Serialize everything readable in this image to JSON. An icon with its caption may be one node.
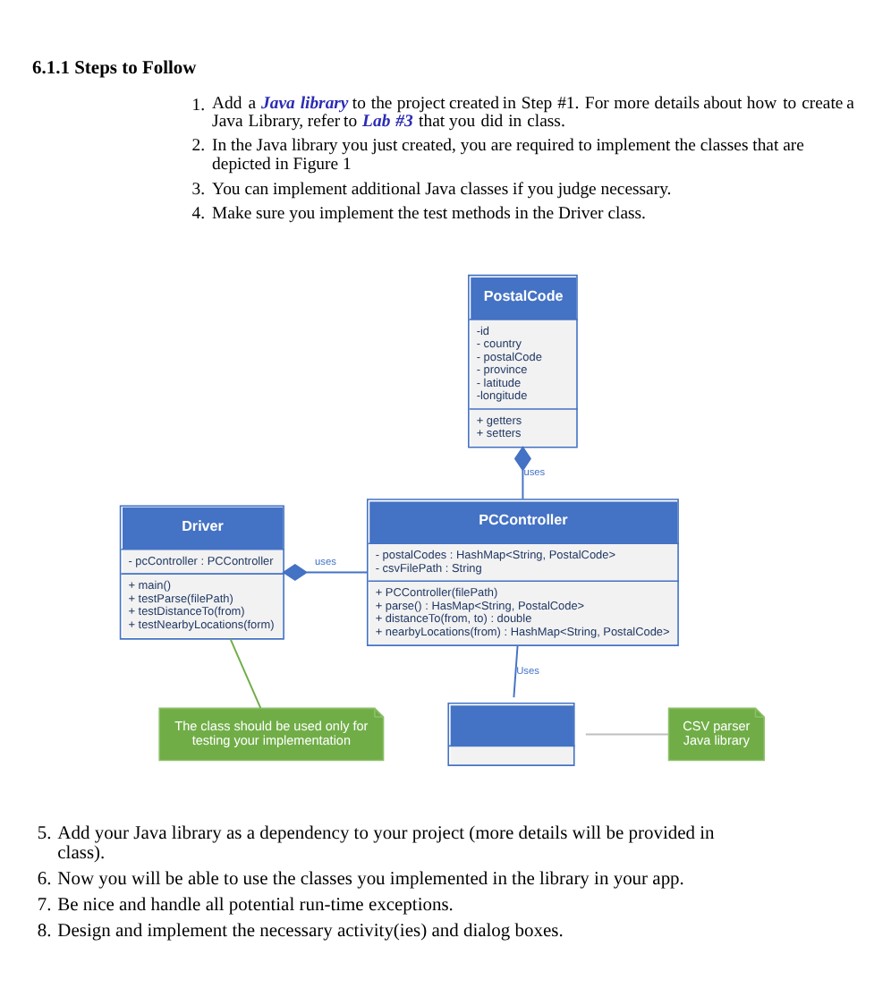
{
  "diagram": {
    "title": "6.1.1 Steps to Follow",
    "nodes": [
      {
        "text": [
          "PostalCode",
          "-id",
          "- country",
          "- postalCode",
          "- province",
          "- latitude",
          "-longitude",
          "+ getters",
          "+ setters"
        ]
      },
      {
        "text": [
          "Driver",
          "- pcController : PCController",
          "+ main()",
          "+ testParse(filePath)",
          "+ testDistanceTo(from)",
          "+ testNearbyLocations(form)"
        ]
      },
      {
        "text": [
          "PCController",
          "- postalCodes : HashMap<String, PostalCode>",
          "- csvFilePath : String",
          "+ PCController(filePath)",
          "+ parse() : HasMap<String, PostalCode>",
          "+ distanceTo(from, to) : double",
          "+ nearbyLocations(from) : HashMap<String, PostalCode>"
        ]
      },
      {
        "text": [
          "The class should be used only for testing your implementation"
        ]
      },
      {
        "text": [],
        "shape": "box"
      },
      {
        "text": [
          "CSV parser Java library"
        ]
      }
    ],
    "edges": [
      {
        "from": 0,
        "to": 2,
        "arrow": "other",
        "label": "uses"
      },
      {
        "from": 1,
        "to": 2,
        "arrow": "other",
        "label": "uses"
      },
      {
        "from": 2,
        "to": 4,
        "arrow": "none",
        "label": "Uses"
      },
      {
        "from": 1,
        "to": 3,
        "arrow": "none",
        "color": "#70ad47"
      },
      {
        "from": 4,
        "to": 5,
        "arrow": "none",
        "color": "#bfbfbf"
      }
    ],
    "labels": [
      "1. Add a **Java library** to the project created in Step #1. For more details about how to create a Java Library, refer to **Lab #3** that you did in class.",
      "2. In the Java library you just created, you are required to implement the classes that are depicted in Figure 1",
      "3. You can implement additional Java classes if you judge necessary.",
      "4. Make sure you implement the test methods in the Driver class.",
      "5. Add your Java library as a dependency to your project (more details will be provided in class).",
      "6. Now you will be able to use the classes you implemented in the library in your app.",
      "7. Be nice and handle all potential run-time exceptions.",
      "8. Design and implement the necessary activity(ies) and dialog boxes."
    ]
  }
}
